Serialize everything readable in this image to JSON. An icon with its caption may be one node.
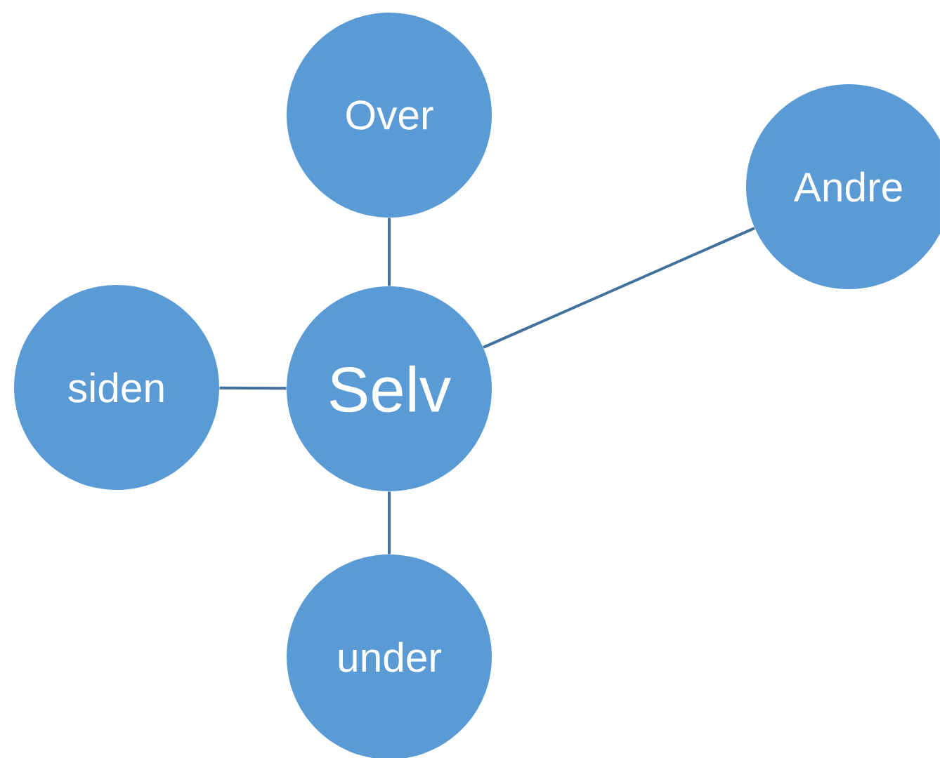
{
  "diagram": {
    "nodes": [
      {
        "text": [
          "Over"
        ]
      },
      {
        "text": [
          "Andre"
        ]
      },
      {
        "text": [
          "siden"
        ]
      },
      {
        "text": [
          "Selv"
        ]
      },
      {
        "text": [
          "under"
        ]
      }
    ],
    "edges": [
      {
        "from": 3,
        "to": 0,
        "arrow": "none"
      },
      {
        "from": 3,
        "to": 1,
        "arrow": "none"
      },
      {
        "from": 3,
        "to": 2,
        "arrow": "none"
      },
      {
        "from": 3,
        "to": 4,
        "arrow": "none"
      }
    ]
  }
}
